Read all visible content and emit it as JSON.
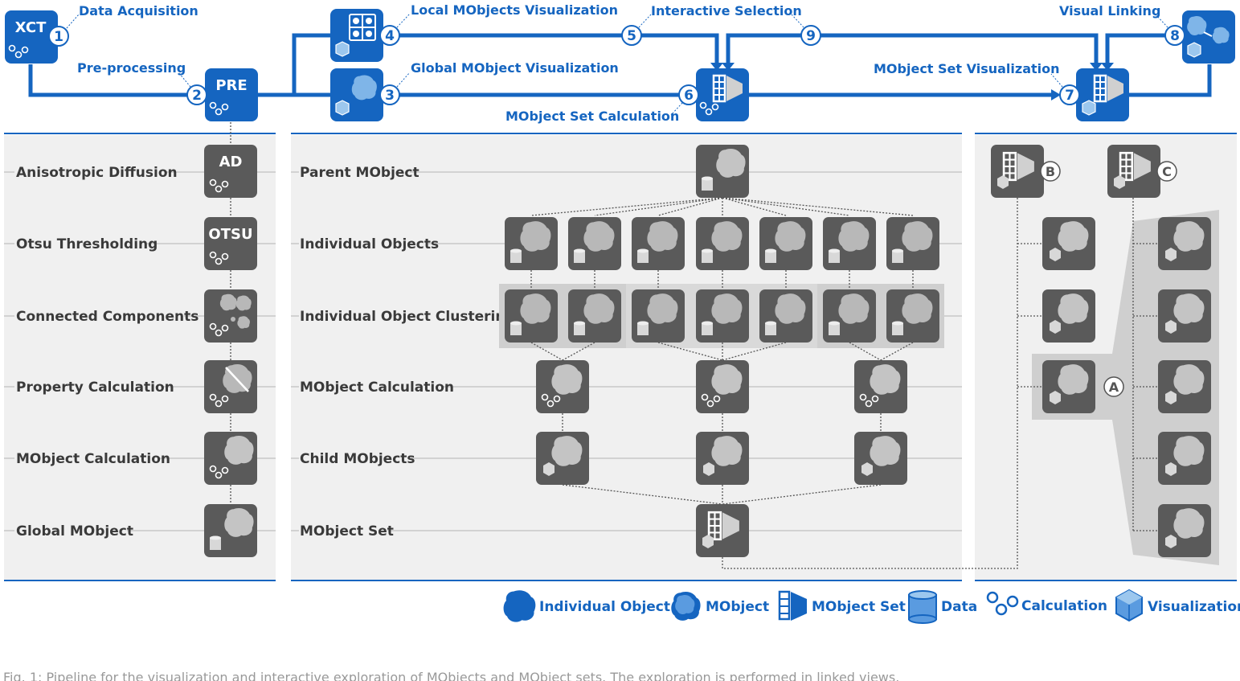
{
  "pipeline": {
    "xct_box": "XCT",
    "pre_box": "PRE",
    "steps": [
      {
        "number": "1",
        "label": "Data Acquisition"
      },
      {
        "number": "2",
        "label": "Pre-processing"
      },
      {
        "number": "3",
        "label": "Global MObject Visualization"
      },
      {
        "number": "4",
        "label": "Local MObjects Visualization"
      },
      {
        "number": "5",
        "label": ""
      },
      {
        "number": "6",
        "label": "MObject Set Calculation"
      },
      {
        "number": "7",
        "label": "MObject Set Visualization"
      },
      {
        "number": "8",
        "label": "Visual Linking"
      },
      {
        "number": "9",
        "label": ""
      }
    ],
    "interactive_selection": "Interactive Selection"
  },
  "left_panel": {
    "rows": [
      {
        "label": "Anisotropic Diffusion",
        "box_text": "AD"
      },
      {
        "label": "Otsu Thresholding",
        "box_text": "OTSU"
      },
      {
        "label": "Connected Components",
        "box_text": ""
      },
      {
        "label": "Property Calculation",
        "box_text": ""
      },
      {
        "label": "MObject Calculation",
        "box_text": ""
      },
      {
        "label": "Global MObject",
        "box_text": ""
      }
    ]
  },
  "middle_panel": {
    "rows": [
      {
        "label": "Parent MObject"
      },
      {
        "label": "Individual Objects"
      },
      {
        "label": "Individual Object Clustering"
      },
      {
        "label": "MObject Calculation"
      },
      {
        "label": "Child MObjects"
      },
      {
        "label": "MObject Set"
      }
    ]
  },
  "right_panel": {
    "letters": [
      "A",
      "B",
      "C"
    ]
  },
  "legend": {
    "individual_object": "Individual Object",
    "mobject": "MObject",
    "mobject_set": "MObject Set",
    "data": "Data",
    "calculation": "Calculation",
    "visualization": "Visualization"
  },
  "caption": "Fig. 1: Pipeline for the visualization and interactive exploration of MObjects and MObject sets. The exploration is performed in linked views.",
  "colors": {
    "blue": "#1565c0",
    "panel_bg": "#f0f0f0",
    "tile_bg": "#5a5a5a",
    "blob": "#b8b8b8"
  }
}
